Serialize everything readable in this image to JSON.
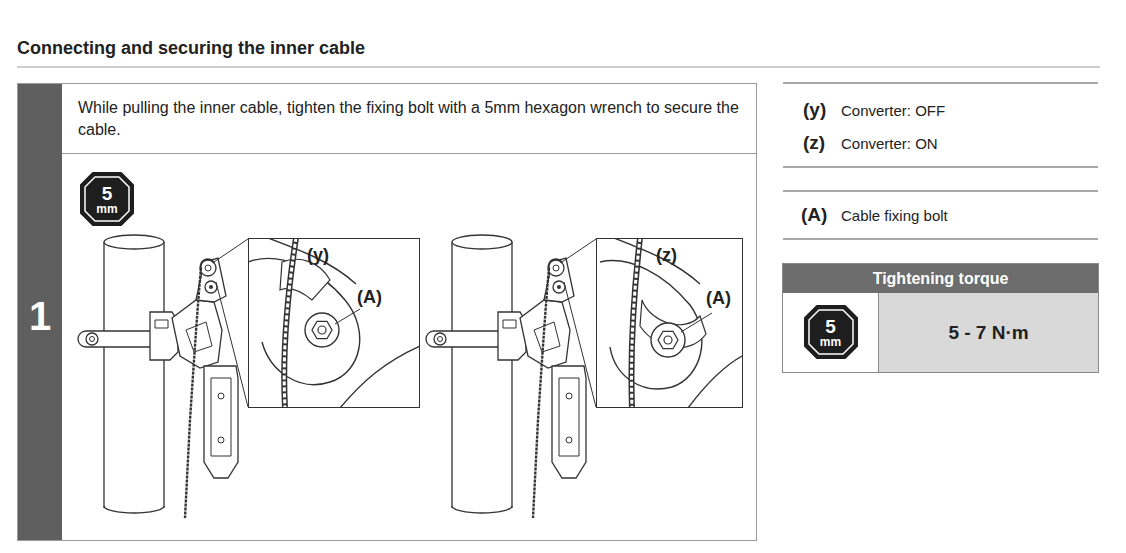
{
  "diagram": {
    "title": "Connecting and securing the inner cable",
    "nodes": [
      {
        "text": [
          "1"
        ]
      },
      {
        "text": [
          "While pulling the inner cable, tighten the fixing bolt with a 5mm hexagon wrench to secure the cable."
        ],
        "in": 0
      },
      {
        "text": [
          "5 mm"
        ],
        "in": 0
      },
      {
        "text": [
          "(y)",
          "(A)"
        ],
        "in": 0
      },
      {
        "text": [
          "(z)",
          "(A)"
        ],
        "in": 0
      },
      {
        "text": [
          "Tightening torque"
        ]
      },
      {
        "text": [
          "5 mm"
        ],
        "in": 5
      },
      {
        "text": [
          "5 - 7 N·m"
        ],
        "in": 5
      }
    ],
    "labels": [
      "(y)",
      "Converter: OFF",
      "(z)",
      "Converter: ON",
      "(A)",
      "Cable fixing bolt"
    ]
  }
}
